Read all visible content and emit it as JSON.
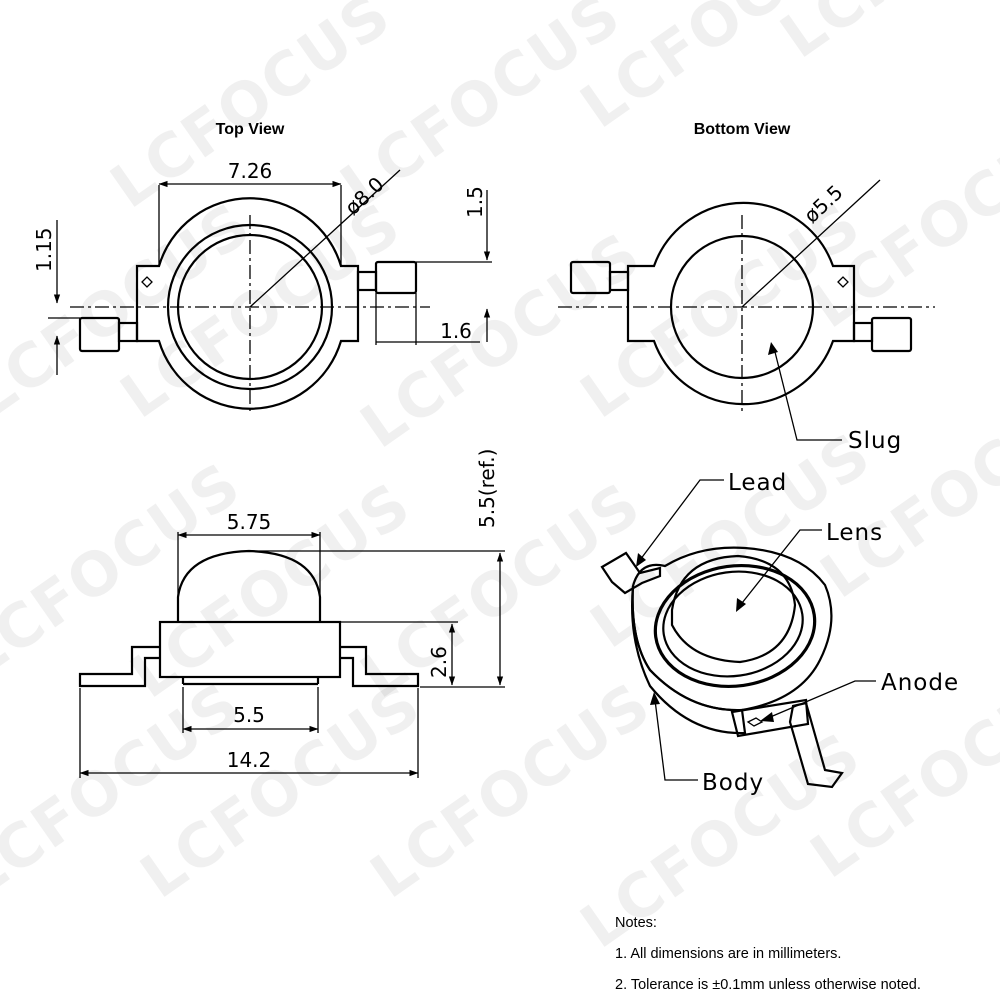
{
  "titles": {
    "top_view": "Top View",
    "bottom_view": "Bottom View"
  },
  "watermark": "LCFOCUS",
  "top_view_dims": {
    "width": "7.26",
    "diameter": "ø8.0",
    "lead_offset": "1.15",
    "lead_height": "1.5",
    "lead_width": "1.6"
  },
  "bottom_view_dims": {
    "diameter": "ø5.5",
    "slug_label": "Slug"
  },
  "side_view_dims": {
    "lens_width": "5.75",
    "total_height": "5.5(ref.)",
    "body_height": "2.6",
    "slug_width": "5.5",
    "overall_width": "14.2"
  },
  "perspective_labels": {
    "lead": "Lead",
    "lens": "Lens",
    "anode": "Anode",
    "body": "Body"
  },
  "notes": {
    "heading": "Notes:",
    "items": [
      "1. All dimensions are in millimeters.",
      "2. Tolerance is ±0.1mm unless otherwise noted."
    ]
  }
}
